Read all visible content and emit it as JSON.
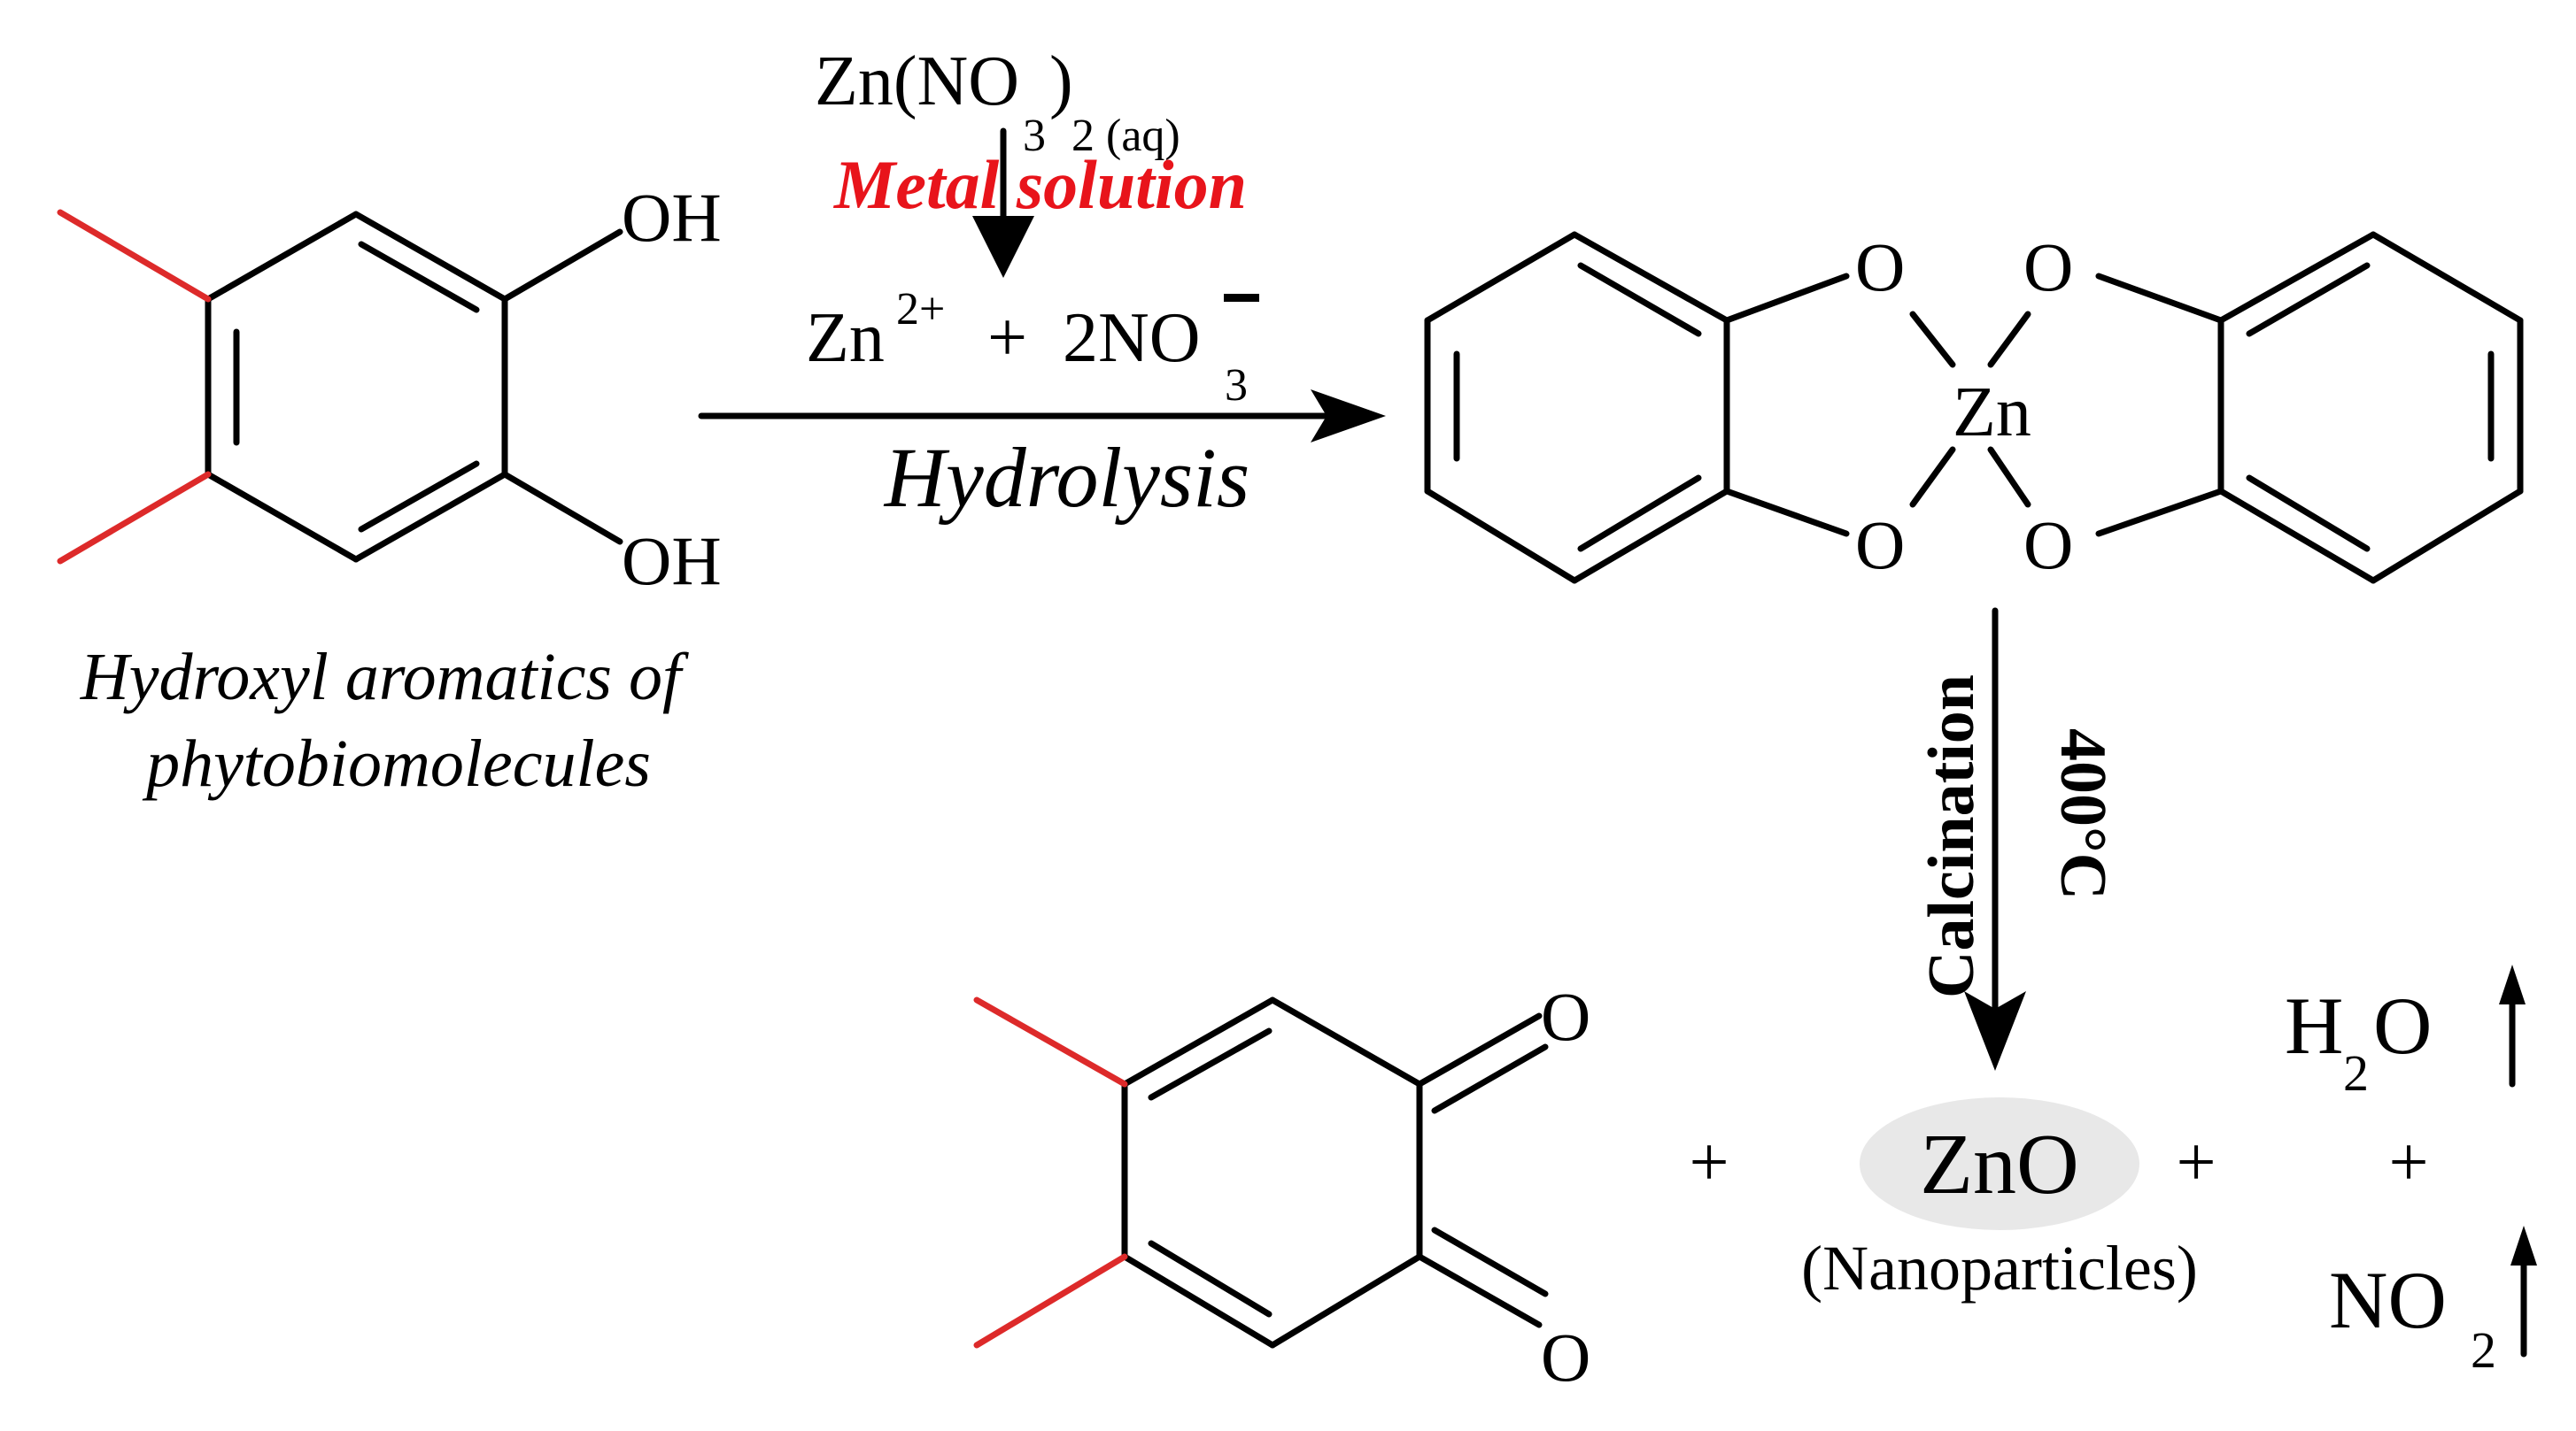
{
  "reagent": {
    "formula_main": "Zn(NO",
    "formula_sub3": "3",
    "formula_close": ")",
    "formula_sub_aq": "2 (aq)",
    "label": "Metal solution",
    "label_color": "#e8141b"
  },
  "ions": {
    "zn": "Zn",
    "zn_charge": "2+",
    "plus": "+",
    "no": "2NO",
    "no_sub": "3",
    "no_charge": "−"
  },
  "step1": {
    "label": "Hydrolysis"
  },
  "reactant": {
    "oh_top": "OH",
    "oh_bottom": "OH",
    "caption_line1": "Hydroxyl aromatics of",
    "caption_line2": "phytobiomolecules",
    "methyl_color": "#dd2a2a"
  },
  "complex": {
    "o_tl": "O",
    "o_bl": "O",
    "o_tr": "O",
    "o_br": "O",
    "metal": "Zn"
  },
  "step2": {
    "label": "Calcination",
    "temperature": "400°C"
  },
  "products": {
    "quinone_o_top": "O",
    "quinone_o_bottom": "O",
    "plus1": "+",
    "zno": "ZnO",
    "zno_caption": "(Nanoparticles)",
    "plus2": "+",
    "water": "H",
    "water_sub": "2",
    "water_o": "O",
    "plus3": "+",
    "no2": "NO",
    "no2_sub": "2",
    "zno_highlight": "#e8e8e8"
  }
}
